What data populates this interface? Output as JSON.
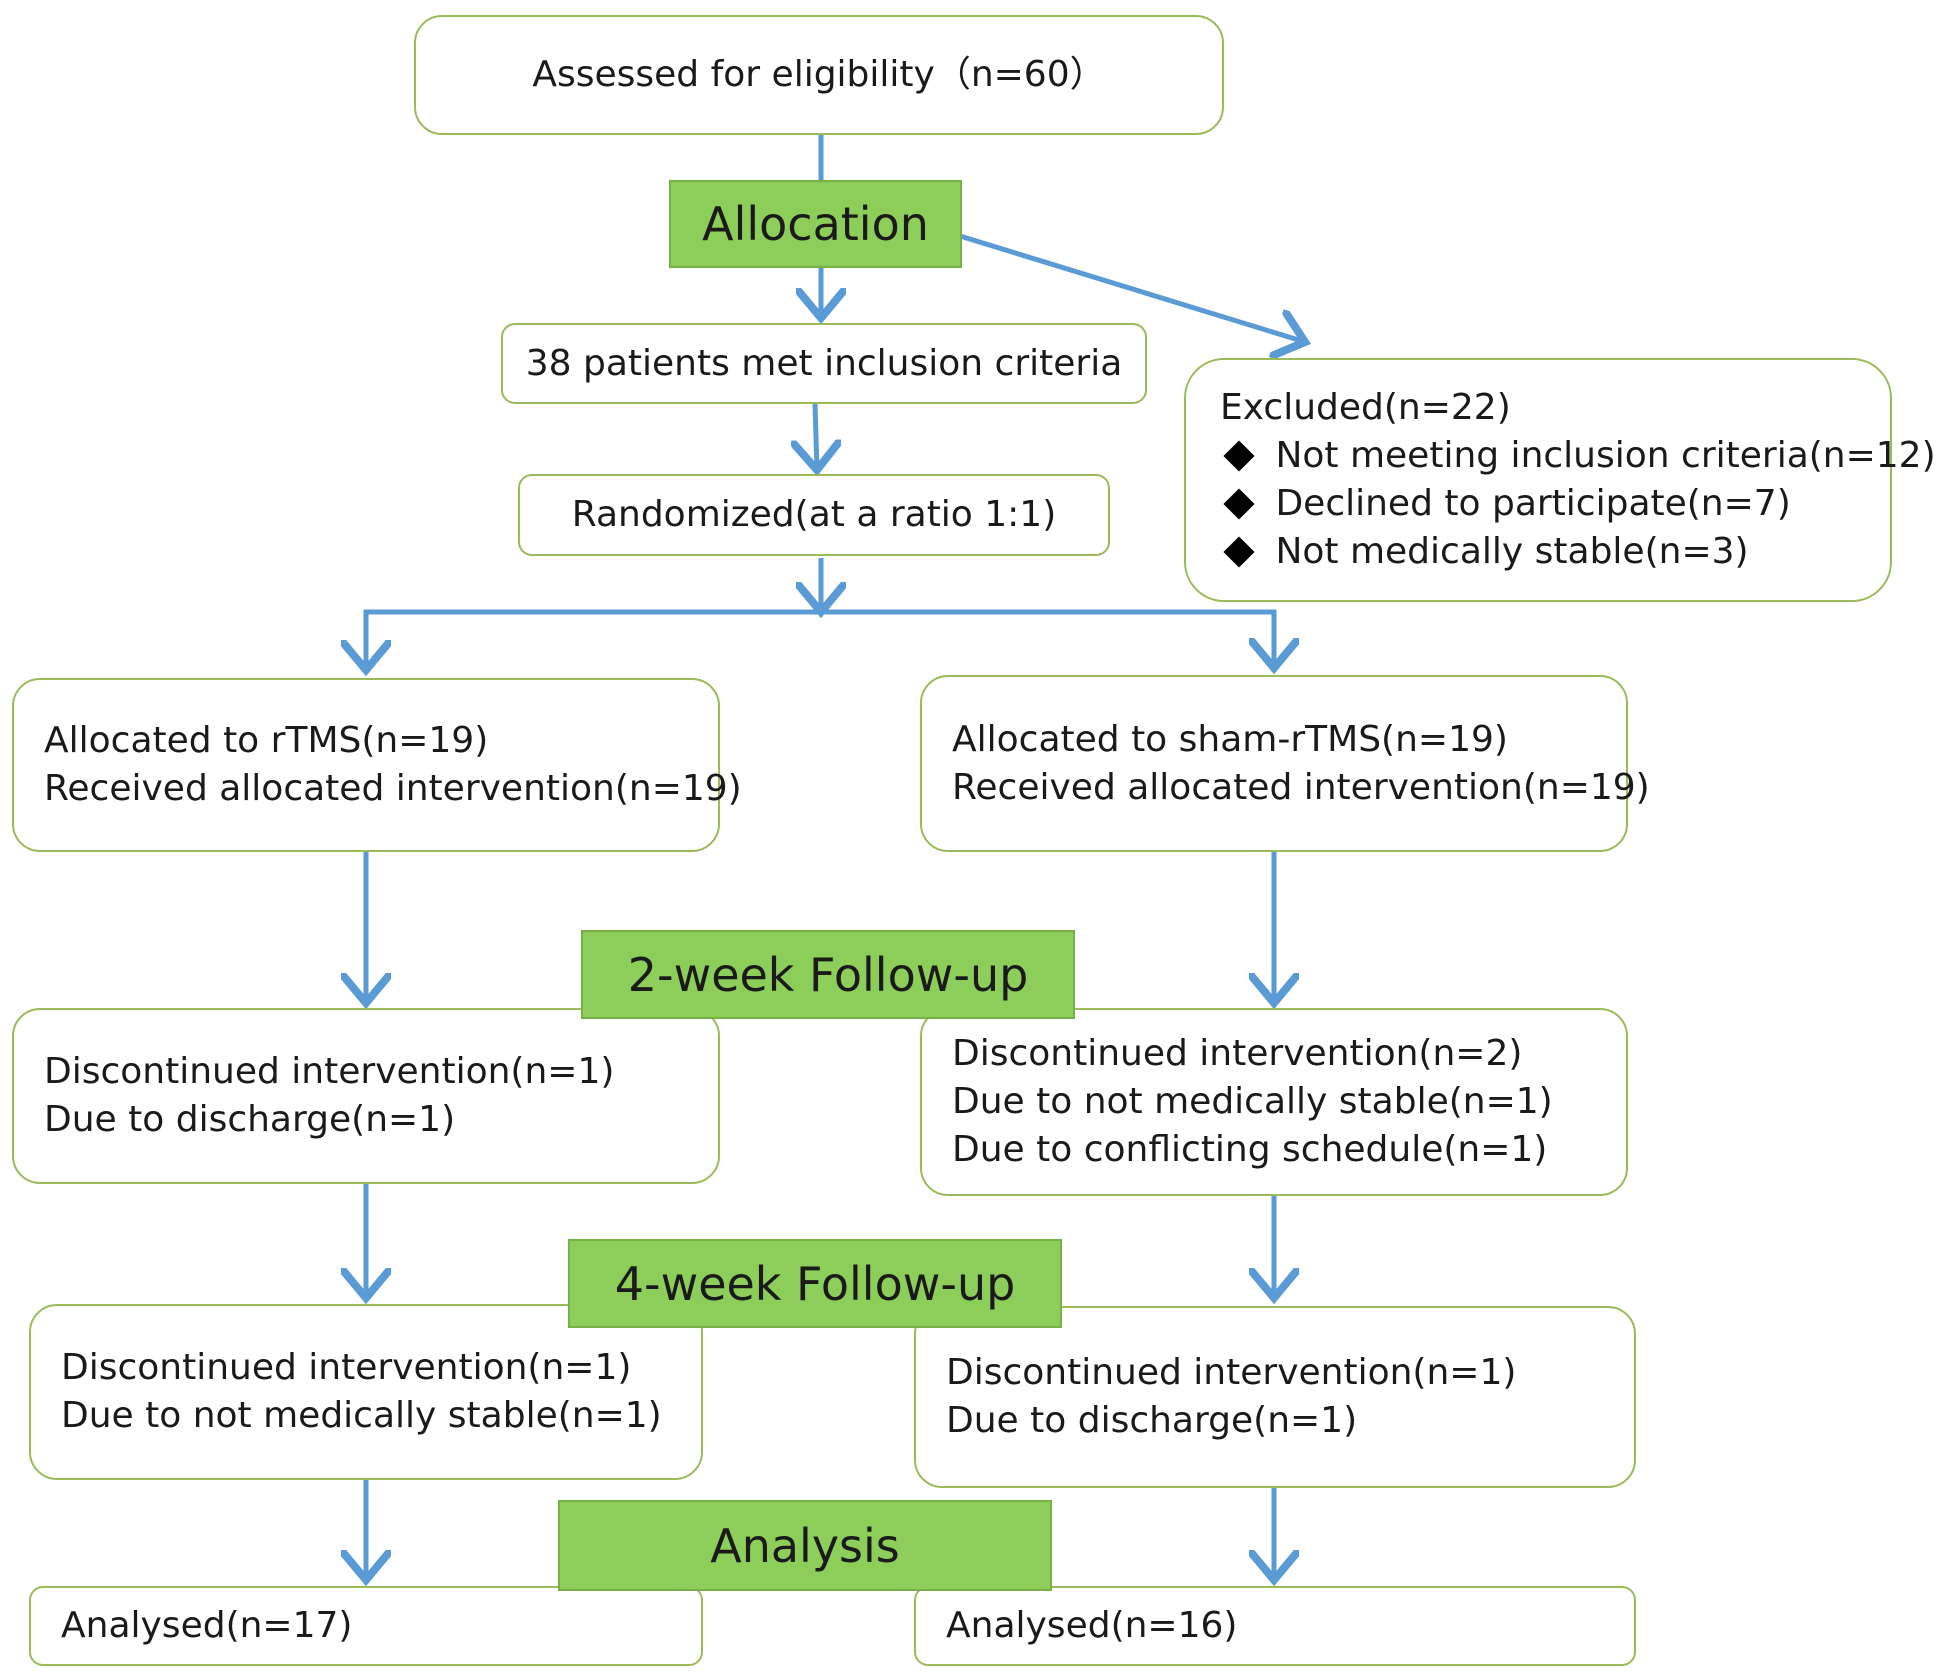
{
  "flowchart": {
    "assessed": "Assessed for eligibility（n=60）",
    "stage_allocation": "Allocation",
    "met_criteria": "38 patients met inclusion criteria",
    "randomized": "Randomized(at a ratio 1:1)",
    "excluded": {
      "title": "Excluded(n=22)",
      "items": [
        "Not meeting inclusion  criteria(n=12)",
        "Declined to participate(n=7)",
        "Not medically stable(n=3)"
      ]
    },
    "rtms_arm": {
      "allocated": [
        "Allocated to rTMS(n=19)",
        "Received allocated intervention(n=19)"
      ],
      "week2": [
        "Discontinued intervention(n=1)",
        "Due to discharge(n=1)"
      ],
      "week4": [
        "Discontinued intervention(n=1)",
        "Due to not medically stable(n=1)"
      ],
      "analysed": "Analysed(n=17)"
    },
    "sham_arm": {
      "allocated": [
        "Allocated to sham-rTMS(n=19)",
        "Received allocated intervention(n=19)"
      ],
      "week2": [
        "Discontinued intervention(n=2)",
        "Due to not medically stable(n=1)",
        "Due to conflicting schedule(n=1)"
      ],
      "week4": [
        "Discontinued intervention(n=1)",
        "Due to discharge(n=1)"
      ],
      "analysed": "Analysed(n=16)"
    },
    "stage_week2": "2-week Follow-up",
    "stage_week4": "4-week Follow-up",
    "stage_analysis": "Analysis"
  },
  "colors": {
    "arrow": "#5b9bd5",
    "stage_fill": "#8dcd5a",
    "box_border": "#9bbb59"
  }
}
